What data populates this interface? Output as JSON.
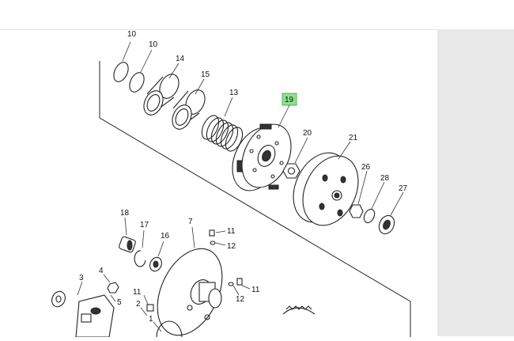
{
  "diagram": {
    "highlighted_part": "19",
    "highlight_color": "#8fe08f",
    "side_panel_color": "#e8e8e8",
    "callouts": {
      "p10a": "10",
      "p10b": "10",
      "p14": "14",
      "p15": "15",
      "p13": "13",
      "p19": "19",
      "p20": "20",
      "p21": "21",
      "p26": "26",
      "p28": "28",
      "p27": "27",
      "p18": "18",
      "p17": "17",
      "p16": "16",
      "p7": "7",
      "p11a": "11",
      "p12a": "12",
      "p12b": "12",
      "p11b": "11",
      "p3": "3",
      "p4": "4",
      "p5": "5",
      "p11c": "11",
      "p2": "2",
      "p1": "1"
    }
  }
}
